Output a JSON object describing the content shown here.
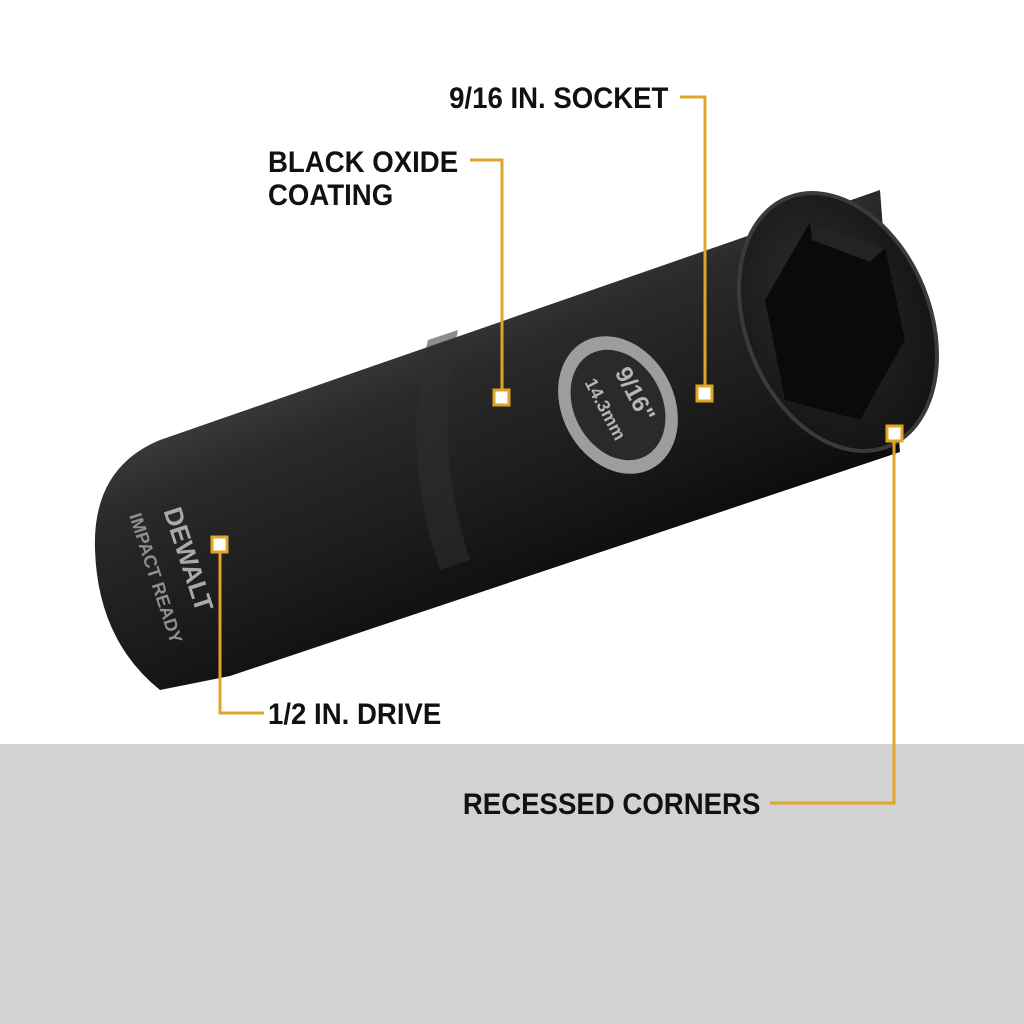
{
  "callouts": {
    "socket_size": "9/16 IN. SOCKET",
    "coating": "BLACK OXIDE\nCOATING",
    "drive": "1/2 IN. DRIVE",
    "corners": "RECESSED CORNERS"
  },
  "product_markings": {
    "size_fraction": "9/16\"",
    "size_metric": "14.3mm",
    "brand": "DEWALT",
    "line": "IMPACT READY"
  },
  "colors": {
    "leader_line": "#e0a526",
    "background": "#ffffff",
    "floor": "#d1d2d4",
    "socket_body": "#1b1b1b",
    "label_text": "#111111"
  }
}
